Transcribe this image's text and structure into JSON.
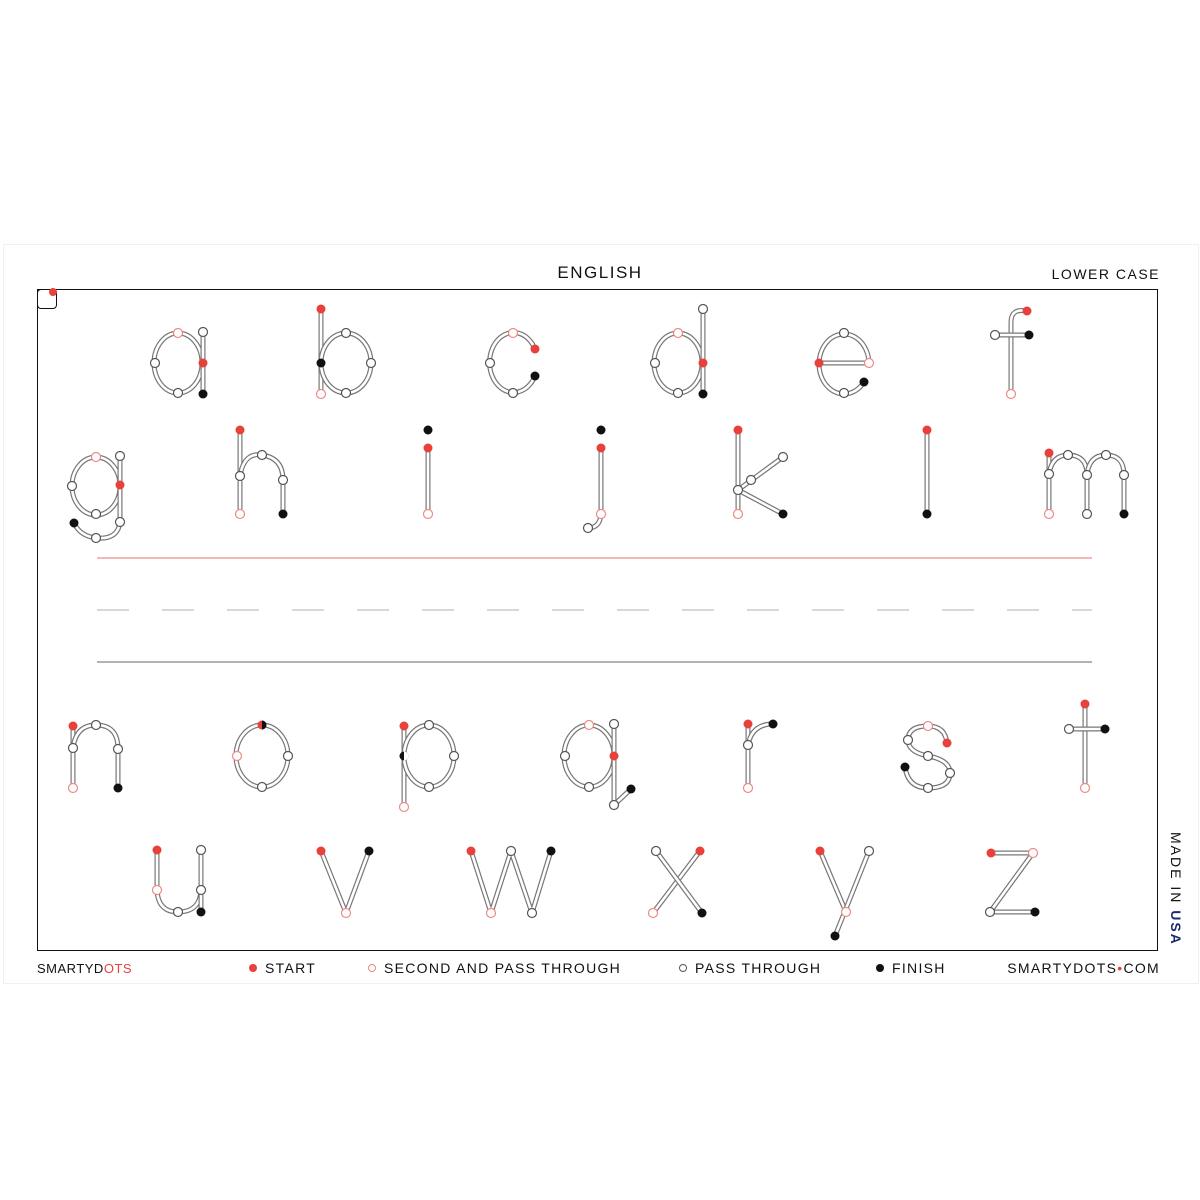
{
  "header": {
    "title": "ENGLISH",
    "case_label": "LOWER CASE"
  },
  "colors": {
    "start": "#e8403a",
    "second": "#f08a85",
    "pass": "#555555",
    "finish": "#111111",
    "guide_red": "#e8403a"
  },
  "letters_row1": [
    "a",
    "b",
    "c",
    "d",
    "e",
    "f"
  ],
  "letters_row2": [
    "g",
    "h",
    "i",
    "j",
    "k",
    "l",
    "m"
  ],
  "letters_row3": [
    "n",
    "o",
    "p",
    "q",
    "r",
    "s",
    "t"
  ],
  "letters_row4": [
    "u",
    "v",
    "w",
    "x",
    "y",
    "z"
  ],
  "legend": {
    "start": "START",
    "second": "SECOND AND PASS THROUGH",
    "pass": "PASS THROUGH",
    "finish": "FINISH"
  },
  "footer": {
    "brand_prefix": "SMARTYD",
    "brand_accent": "OTS",
    "site_prefix": "SMARTYDOTS",
    "site_dot": "•",
    "site_suffix": "COM",
    "made_in_prefix": "MADE IN ",
    "made_in_country": "USA"
  }
}
